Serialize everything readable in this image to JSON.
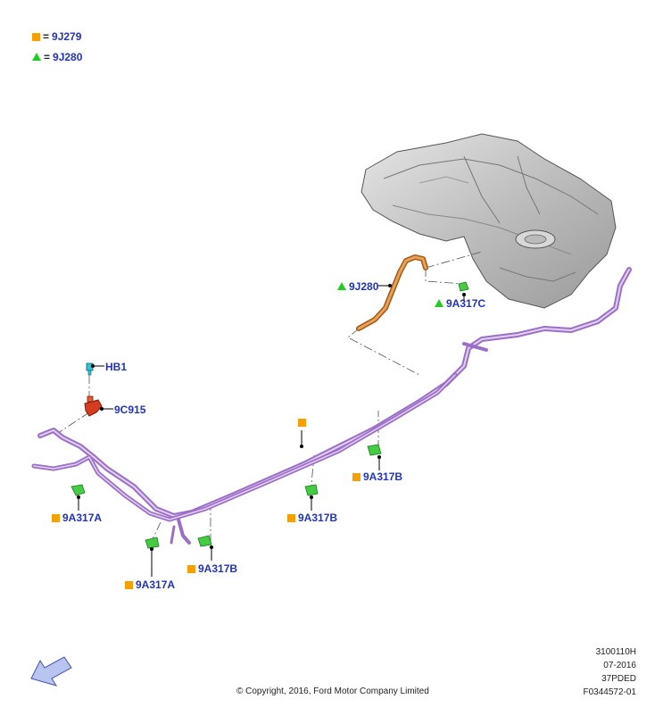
{
  "legend": {
    "items": [
      {
        "symbol": "square",
        "color": "#f5a000",
        "equals": "=",
        "code": "9J279"
      },
      {
        "symbol": "triangle",
        "color": "#22cc22",
        "equals": "=",
        "code": "9J280"
      }
    ]
  },
  "callouts": {
    "hb1": "HB1",
    "c9c915": "9C915",
    "j9j280": "9J280",
    "a317c": "9A317C",
    "a317a_left": "9A317A",
    "a317a_bottom": "9A317A",
    "a317b_1": "9A317B",
    "a317b_2": "9A317B",
    "a317b_3": "9A317B"
  },
  "footer": {
    "copyright": "© Copyright, 2016, Ford Motor Company Limited",
    "ref_lines": [
      "3100110H",
      "07-2016",
      "37PDED",
      "F0344572-01"
    ]
  },
  "colors": {
    "label_blue": "#2233bb",
    "line_purple": "#9b6fc8",
    "fill_tube": "#c9a4e6",
    "connector_green": "#44cc44",
    "hose_orange": "#d9822b",
    "pump_red": "#d63b1f",
    "tank_gray": "#c8c8c8"
  }
}
